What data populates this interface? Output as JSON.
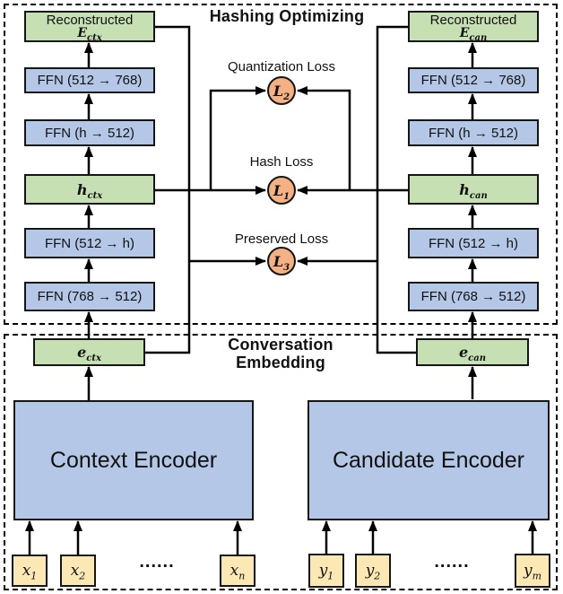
{
  "colors": {
    "box_green": "#C6E0B4",
    "box_blue": "#B4C7E7",
    "box_yellow": "#FBE8B4",
    "loss_orange": "#F4B183",
    "line_black": "#000000"
  },
  "hashing_section": {
    "title": "Hashing Optimizing"
  },
  "embedding_section": {
    "title_line1": "Conversation",
    "title_line2": "Embedding"
  },
  "left_column": {
    "reconstructed_label": "Reconstructed",
    "reconstructed_base": "E",
    "reconstructed_sub": "ctx",
    "ffn1": "FFN (512 → 768)",
    "ffn2": "FFN (h → 512)",
    "hidden_base": "h",
    "hidden_sub": "ctx",
    "ffn3": "FFN (512 → h)",
    "ffn4": "FFN (768 → 512)"
  },
  "right_column": {
    "reconstructed_label": "Reconstructed",
    "reconstructed_base": "E",
    "reconstructed_sub": "can",
    "ffn1": "FFN (512 → 768)",
    "ffn2": "FFN (h → 512)",
    "hidden_base": "h",
    "hidden_sub": "can",
    "ffn3": "FFN (512 → h)",
    "ffn4": "FFN (768 → 512)"
  },
  "losses": {
    "quantization_label": "Quantization Loss",
    "quantization_base": "L",
    "quantization_sub": "2",
    "hash_label": "Hash Loss",
    "hash_base": "L",
    "hash_sub": "1",
    "preserved_label": "Preserved Loss",
    "preserved_base": "L",
    "preserved_sub": "3"
  },
  "embedding": {
    "left_base": "e",
    "left_sub": "ctx",
    "right_base": "e",
    "right_sub": "can",
    "context_encoder": "Context Encoder",
    "candidate_encoder": "Candidate Encoder",
    "dots": "......",
    "left_tokens": [
      {
        "base": "x",
        "sub": "1"
      },
      {
        "base": "x",
        "sub": "2"
      },
      {
        "base": "x",
        "sub": "n"
      }
    ],
    "right_tokens": [
      {
        "base": "y",
        "sub": "1"
      },
      {
        "base": "y",
        "sub": "2"
      },
      {
        "base": "y",
        "sub": "m"
      }
    ]
  }
}
